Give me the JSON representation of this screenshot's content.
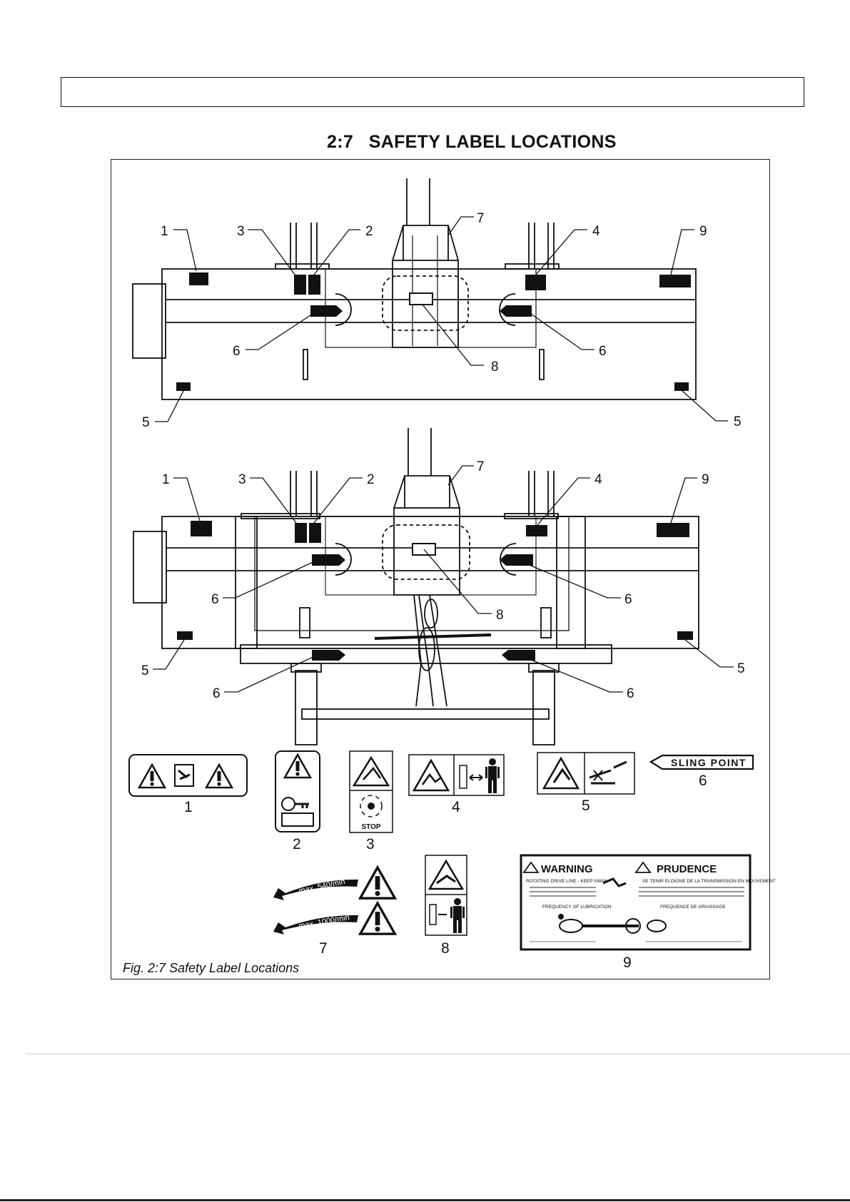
{
  "page": {
    "section_title": "2:7   SAFETY LABEL LOCATIONS",
    "figure_caption": "Fig. 2:7  Safety Label Locations"
  },
  "diagram": {
    "callouts": [
      "1",
      "2",
      "3",
      "4",
      "5",
      "6",
      "7",
      "8",
      "9"
    ]
  },
  "labels": {
    "label1": {
      "number": "1"
    },
    "label2": {
      "number": "2"
    },
    "label3": {
      "number": "3",
      "text": "STOP"
    },
    "label4": {
      "number": "4"
    },
    "label5": {
      "number": "5"
    },
    "label6": {
      "number": "6",
      "text": "SLING POINT"
    },
    "label7": {
      "number": "7",
      "arrow1": "max. 540/min",
      "arrow2": "max. 1000/min"
    },
    "label8": {
      "number": "8"
    },
    "label9": {
      "number": "9",
      "warning": "WARNING",
      "prudence": "PRUDENCE",
      "en_heading": "ROTATING DRIVE LINE - KEEP AWAY",
      "fr_heading": "SE TENIR ELOIGNE DE LA TRANSMISSION EN MOUVEMENT",
      "en_lube": "FREQUENCY OF LUBRICATION",
      "fr_lube": "FREQUENCE DE GRAISSAGE"
    }
  },
  "colors": {
    "ink": "#111111",
    "frame": "#222222"
  }
}
